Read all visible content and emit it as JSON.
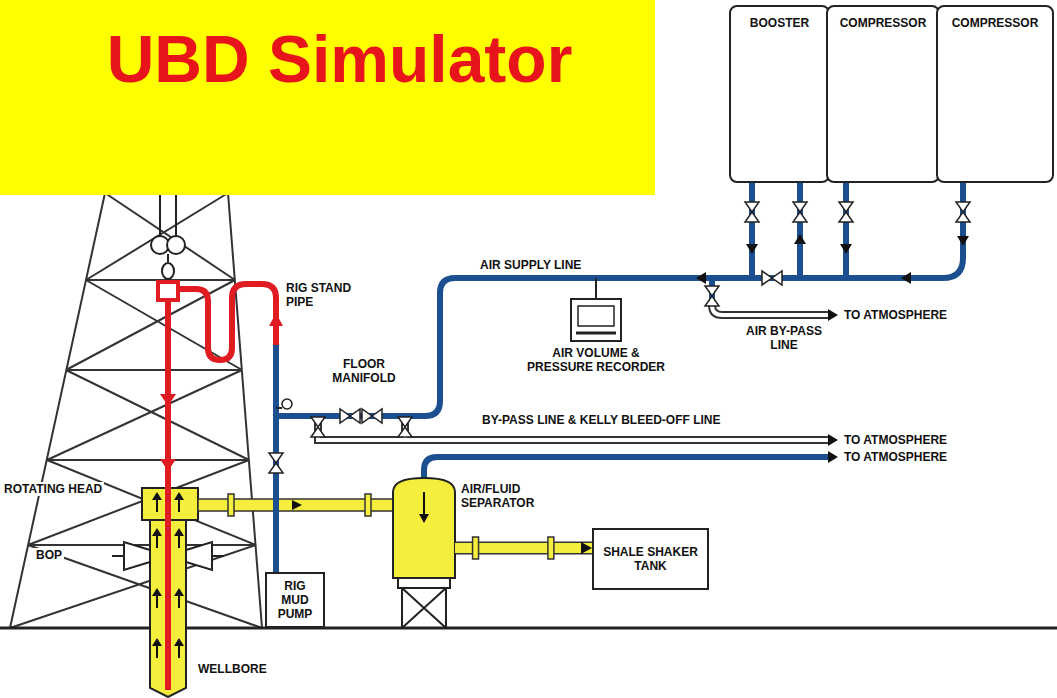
{
  "diagram": {
    "title": "UBD Simulator",
    "nodes": [
      {
        "text": [
          "BOOSTER"
        ]
      },
      {
        "text": [
          "COMPRESSOR"
        ]
      },
      {
        "text": [
          "COMPRESSOR"
        ]
      },
      {
        "text": [
          "AIR VOLUME & PRESSURE RECORDER"
        ]
      },
      {
        "text": [
          "RIG MUD PUMP"
        ]
      },
      {
        "text": [
          "AIR/FLUID SEPARATOR"
        ]
      },
      {
        "text": [
          "SHALE SHAKER TANK"
        ]
      }
    ],
    "edges": [
      {
        "from": 5,
        "to": 6,
        "arrow": "to"
      }
    ],
    "labels": [
      "AIR SUPPLY LINE",
      "RIG STAND PIPE",
      "FLOOR MANIFOLD",
      "AIR BY-PASS LINE",
      "TO ATMOSPHERE",
      "BY-PASS LINE & KELLY BLEED-OFF LINE",
      "TO ATMOSPHERE",
      "TO ATMOSPHERE",
      "ROTATING HEAD",
      "BOP",
      "WELLBORE"
    ]
  }
}
